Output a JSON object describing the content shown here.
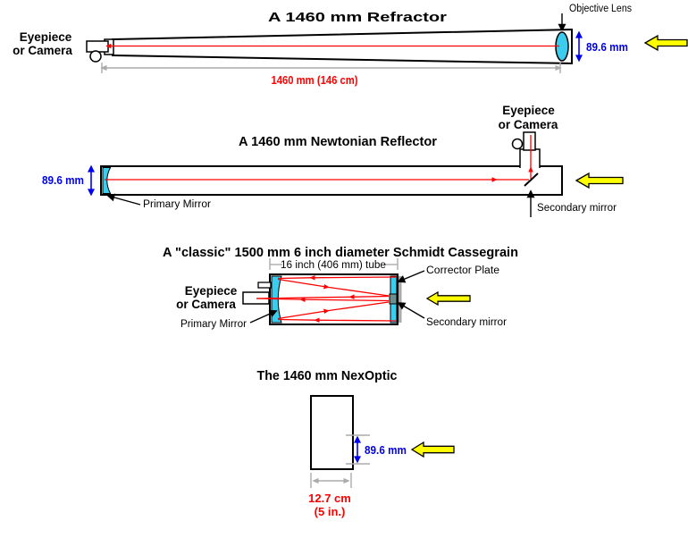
{
  "colors": {
    "ray_red": "#ff0000",
    "dimension_text_red": "#ff0000",
    "measurement_blue": "#0000f0",
    "glass_cyan": "#3cccee",
    "light_arrow_yellow": "#ffff00",
    "dim_line_gray": "#ababab",
    "secondary_mirror_gray": "#6b8e8e"
  },
  "refractor": {
    "title": "A 1460 mm Refractor",
    "eyepiece_label_line1": "Eyepiece",
    "eyepiece_label_line2": "or Camera",
    "objective_label": "Objective Lens",
    "aperture": "89.6 mm",
    "length": "1460 mm (146 cm)"
  },
  "newtonian": {
    "title": "A 1460 mm Newtonian Reflector",
    "eyepiece_label_line1": "Eyepiece",
    "eyepiece_label_line2": "or Camera",
    "aperture": "89.6 mm",
    "primary_label": "Primary Mirror",
    "secondary_label": "Secondary mirror"
  },
  "cassegrain": {
    "title": "A \"classic\" 1500 mm 6 inch diameter Schmidt Cassegrain",
    "tube_label": "16 inch (406 mm) tube",
    "eyepiece_label_line1": "Eyepiece",
    "eyepiece_label_line2": "or Camera",
    "primary_label": "Primary Mirror",
    "secondary_label": "Secondary mirror",
    "corrector_label": "Corrector Plate"
  },
  "nexoptic": {
    "title": "The 1460 mm NexOptic",
    "aperture": "89.6 mm",
    "width_cm": "12.7 cm",
    "width_in": "(5 in.)"
  }
}
